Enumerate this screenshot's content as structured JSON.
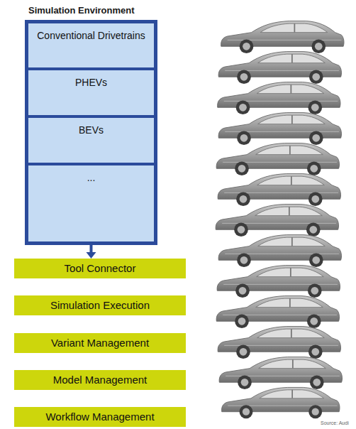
{
  "diagram": {
    "title": "Simulation Environment",
    "nodes": [
      {
        "text": [
          "Conventional Drivetrains"
        ]
      },
      {
        "text": [
          "PHEVs"
        ]
      },
      {
        "text": [
          "BEVs"
        ]
      },
      {
        "text": [
          "..."
        ]
      },
      {
        "text": [
          "Tool Connector"
        ]
      },
      {
        "text": [
          "Simulation Execution"
        ]
      },
      {
        "text": [
          "Variant Management"
        ]
      },
      {
        "text": [
          "Model Management"
        ]
      },
      {
        "text": [
          "Workflow Management"
        ]
      }
    ],
    "edges": [
      {
        "from": 3,
        "to": 4,
        "arrow": "to"
      }
    ],
    "labels": [
      "Source: Audi"
    ]
  }
}
